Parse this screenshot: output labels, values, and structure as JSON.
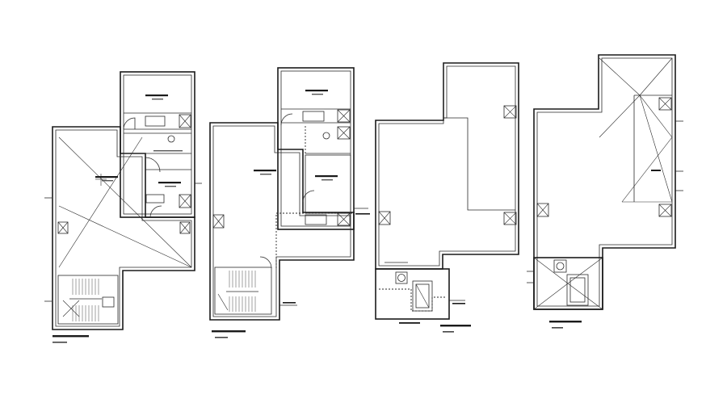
{
  "colors": {
    "background": "#ffffff",
    "line": "#1a1a1a"
  },
  "plans": [
    {
      "id": "ground-floor"
    },
    {
      "id": "first-floor"
    },
    {
      "id": "roof-plan"
    },
    {
      "id": "top-roof-plan"
    }
  ]
}
